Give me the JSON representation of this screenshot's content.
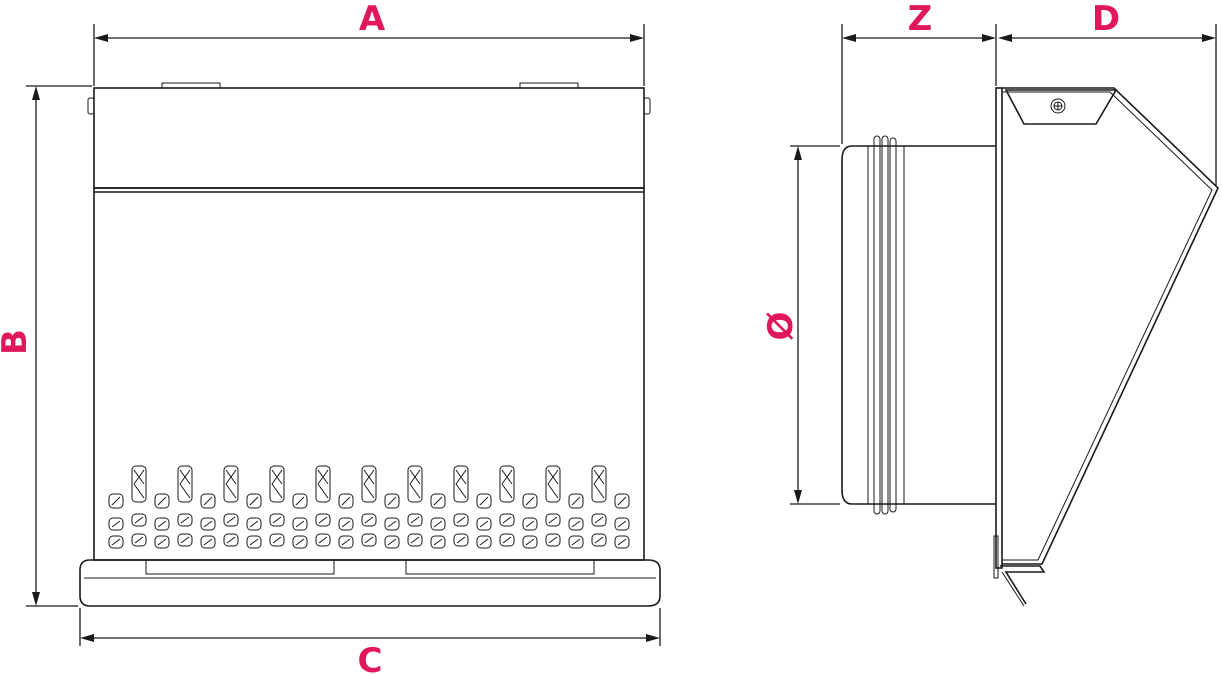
{
  "labels": {
    "a": "A",
    "b": "B",
    "c": "C",
    "z": "Z",
    "d": "D",
    "diameter": "Ø"
  },
  "colors": {
    "dimension_label": "#e0185a",
    "line": "#1a1a1a"
  }
}
